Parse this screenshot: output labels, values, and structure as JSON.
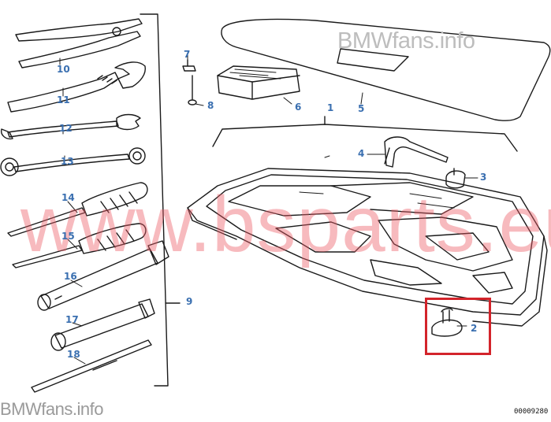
{
  "colors": {
    "line": "#1a1a1a",
    "label": "#3a6fb0",
    "highlight": "#d3242b",
    "watermark_red": "#ec5a64",
    "watermark_gray": "#bdbdbd"
  },
  "watermarks": {
    "top_right": "BMWfans.info",
    "center": "www.bsparts.eu",
    "bottom_left": "BMWfans.info"
  },
  "part_number": "00009280",
  "callouts": [
    {
      "id": "c1",
      "text": "1"
    },
    {
      "id": "c2",
      "text": "2"
    },
    {
      "id": "c3",
      "text": "3"
    },
    {
      "id": "c4",
      "text": "4"
    },
    {
      "id": "c5",
      "text": "5"
    },
    {
      "id": "c6",
      "text": "6"
    },
    {
      "id": "c7",
      "text": "7"
    },
    {
      "id": "c8",
      "text": "8"
    },
    {
      "id": "c9",
      "text": "9"
    },
    {
      "id": "c10",
      "text": "10"
    },
    {
      "id": "c11",
      "text": "11"
    },
    {
      "id": "c12",
      "text": "12"
    },
    {
      "id": "c13",
      "text": "13"
    },
    {
      "id": "c14",
      "text": "14"
    },
    {
      "id": "c15",
      "text": "15"
    },
    {
      "id": "c16",
      "text": "16"
    },
    {
      "id": "c17",
      "text": "17"
    },
    {
      "id": "c18",
      "text": "18"
    }
  ],
  "highlighted_part": "2"
}
